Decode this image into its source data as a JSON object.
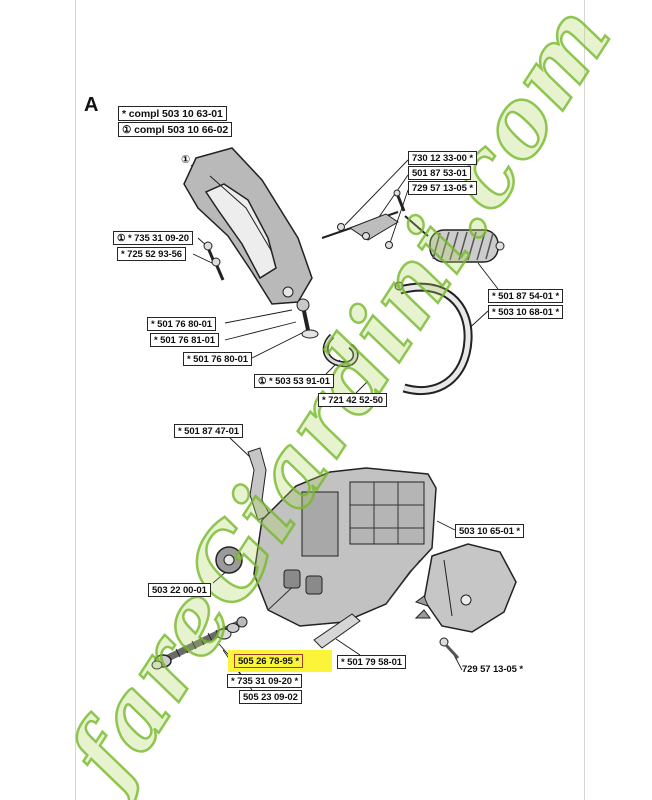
{
  "page": {
    "section_marker": "A",
    "callout_marker": "①",
    "watermark_text": "fareGiardini.com",
    "colors": {
      "highlight": "#fbf53a",
      "highlight_border": "#a33c2e",
      "watermark_green": "#76b82a",
      "label_border": "#262626"
    }
  },
  "labels": {
    "compl_a": "* compl 503 10 63-01",
    "compl_b": "① compl 503 10 66-02",
    "p730_12_33_00": "730 12 33-00 *",
    "p501_87_53_01": "501 87 53-01",
    "p729_57_13_05_top": "729 57 13-05 *",
    "p735_31_09_20_left": "① * 735 31 09-20",
    "p725_52_93_56": "* 725 52 93-56",
    "p501_76_80_01_a": "* 501 76 80-01",
    "p501_76_81_01": "* 501 76 81-01",
    "p501_76_80_01_b": "* 501 76 80-01",
    "p503_53_91_01": "① * 503 53 91-01",
    "p721_42_52_50": "* 721 42 52-50",
    "p501_87_54_01": "* 501 87 54-01 *",
    "p503_10_68_01": "* 503 10 68-01 *",
    "p501_87_47_01": "* 501 87 47-01",
    "p503_10_65_01": "503 10 65-01 *",
    "p503_22_00_01": "503 22 00-01",
    "p505_26_78_95": "505 26 78-95 *",
    "p735_31_09_20_bottom": "* 735 31 09-20 *",
    "p505_23_09_02": "505 23 09-02",
    "p501_79_58_01": "* 501 79 58-01",
    "p729_57_13_05_bottom": "729 57 13-05 *"
  }
}
